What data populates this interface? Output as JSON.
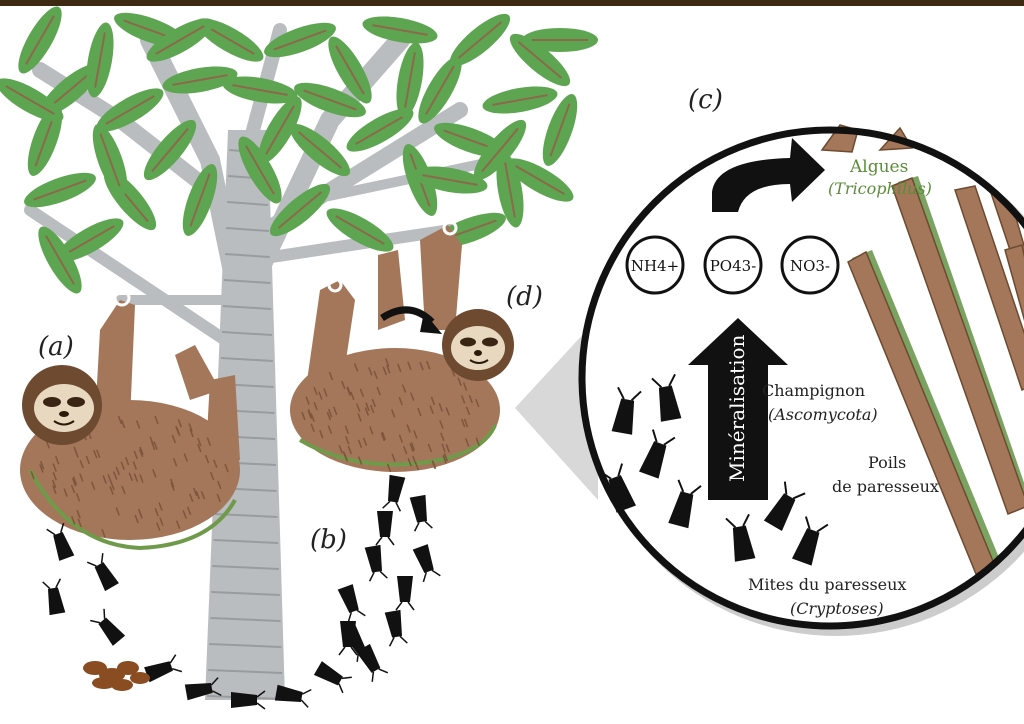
{
  "labels": {
    "a": "(a)",
    "b": "(b)",
    "c": "(c)",
    "d": "(d)"
  },
  "ions": [
    "NH4+",
    "PO43-",
    "NO3-"
  ],
  "arrow_label": "Minéralisation",
  "algae": {
    "name": "Algues",
    "latin": "(Tricophilus)"
  },
  "fungus": {
    "name": "Champignon",
    "latin": "(Ascomycota)"
  },
  "hair": {
    "line1": "Poils",
    "line2": "de paresseux"
  },
  "moths": {
    "name": "Mites du paresseux",
    "latin": "(Cryptoses)"
  },
  "colors": {
    "leaf": "#5ea552",
    "trunk": "#b9bdbf",
    "sloth": "#a4775a",
    "hair": "#a4775a",
    "algae_green": "#5a8c3a",
    "frame": "#3e2a12"
  }
}
